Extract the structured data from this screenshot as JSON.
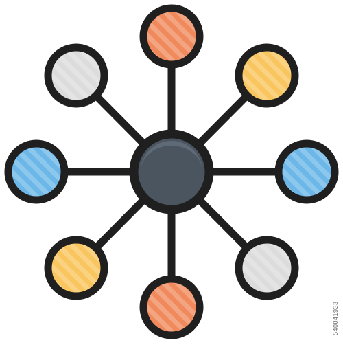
{
  "icon": {
    "name": "network-hub-icon",
    "outline_color": "#1f1f1f",
    "hub_color": "#4a5560",
    "hub_highlight": "#5e6a75",
    "node_colors": {
      "orange": "#f08a5d",
      "yellow": "#f9c55e",
      "blue": "#6cb7e8",
      "gray": "#dcdcdc"
    },
    "nodes": [
      {
        "position": "top",
        "color": "orange"
      },
      {
        "position": "top-right",
        "color": "yellow"
      },
      {
        "position": "right",
        "color": "blue"
      },
      {
        "position": "bottom-right",
        "color": "gray"
      },
      {
        "position": "bottom",
        "color": "orange"
      },
      {
        "position": "bottom-left",
        "color": "yellow"
      },
      {
        "position": "left",
        "color": "blue"
      },
      {
        "position": "top-left",
        "color": "gray"
      }
    ]
  },
  "watermark": {
    "stock_id": "540041933"
  }
}
